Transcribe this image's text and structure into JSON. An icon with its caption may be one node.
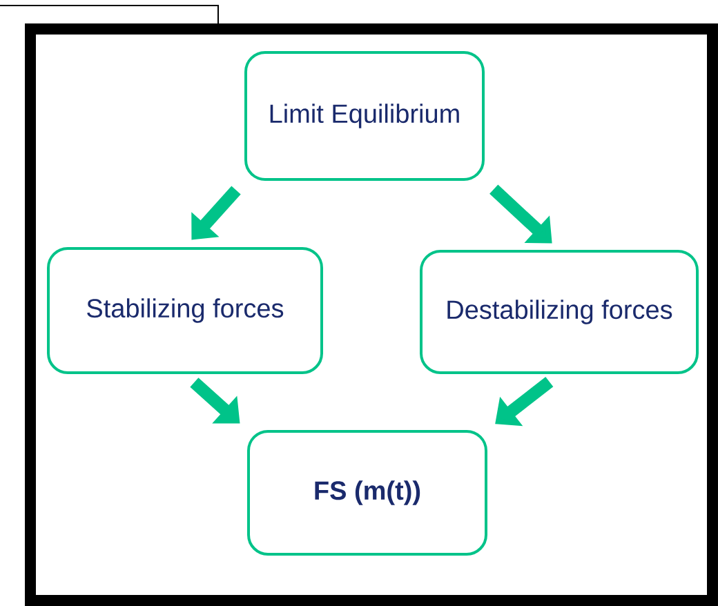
{
  "diagram": {
    "nodes": [
      {
        "text": [
          "Limit Equilibrium"
        ]
      },
      {
        "text": [
          "Stabilizing forces"
        ]
      },
      {
        "text": [
          "Destabilizing forces"
        ]
      },
      {
        "text": [
          "**FS (m(t))**"
        ]
      }
    ],
    "edges": [
      {
        "from": 0,
        "to": 1,
        "arrow": "to"
      },
      {
        "from": 0,
        "to": 2,
        "arrow": "to"
      },
      {
        "from": 1,
        "to": 3,
        "arrow": "to"
      },
      {
        "from": 2,
        "to": 3,
        "arrow": "to"
      }
    ]
  }
}
